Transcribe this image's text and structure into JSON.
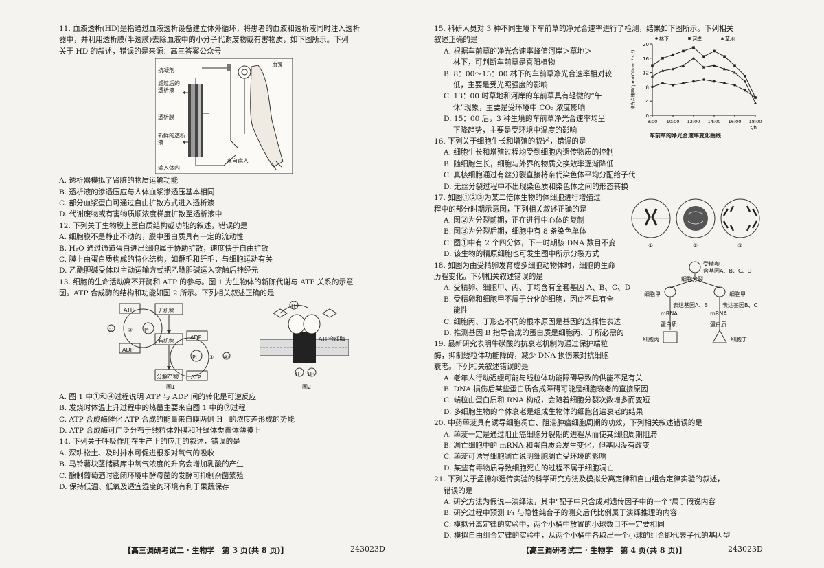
{
  "left_column": {
    "q11": {
      "stem": [
        "11. 血液透析(HD)是指通过血液透析设备建立体外循环，将患者的血液和透析液同时注入透析",
        "器中，并利用透析膜(半透膜)去除血液中的小分子代谢废物或有害物质，如下图所示。下列",
        "关于 HD 的叙述，错误的是来源：高三答案公众号"
      ],
      "figure_labels": {
        "pump": "血泵",
        "anticoagulant": "抗凝剂",
        "used_dialysate": "滤过后的透析液",
        "membrane": "透析膜",
        "fresh_dialysate": "新鲜的透析液",
        "to_body": "输入体内",
        "from_patient": "来自病人"
      },
      "options": [
        "A. 透析器模拟了肾脏的物质运输功能",
        "B. 透析液的渗透压应与人体血浆渗透压基本相同",
        "C. 部分血浆蛋白可通过自由扩散方式进入透析液",
        "D. 代谢废物或有害物质顺浓度梯度扩散至透析液中"
      ]
    },
    "q12": {
      "stem": [
        "12. 下列关于生物膜上蛋白质结构或功能的叙述，错误的是"
      ],
      "options": [
        "A. 细胞膜不是静止不动的，膜中蛋白质具有一定的流动性",
        "B. H₂O 通过通道蛋白进出细胞属于协助扩散，速度快于自由扩散",
        "C. 膜上由蛋白质构成的特化结构，如鞭毛和纤毛，与细胞运动有关",
        "D. 乙酰胆碱受体以主动运输方式把乙酰胆碱运入突触后神经元"
      ]
    },
    "q13": {
      "stem": [
        "13. 细胞的生命活动离不开酶和 ATP 的参与。图 1 为生物体的新陈代谢与 ATP 关系的示意",
        "图。ATP 合成酶的结构和功能如图 2 所示。下列相关叙述正确的是"
      ],
      "figure_labels": {
        "atp": "ATP",
        "adp": "ADP",
        "pi": "Pi",
        "inorganic": "无机物",
        "organic": "有机物",
        "products": "分解产物",
        "fig1": "图1",
        "fig2": "图2",
        "atp_synthase": "ATP合成酶",
        "h_plus": "H⁺",
        "c1": "①",
        "c2": "②",
        "c3": "③",
        "c4": "④"
      },
      "options": [
        "A. 图 1 中①和④过程说明 ATP 与 ADP 间的转化是可逆反应",
        "B. 发烧时体温上升过程中的热量主要来自图 1 中的②过程",
        "C. ATP 合成酶催化 ATP 合成的能量来自膜两侧 H⁺ 的浓度差形成的势能",
        "D. ATP 合成酶可广泛分布于线粒体外膜和叶绿体类囊体薄膜上"
      ]
    },
    "q14": {
      "stem": [
        "14. 下列关于呼吸作用在生产上的应用的叙述，错误的是"
      ],
      "options": [
        "A. 深耕松土、及时排水可促进根系对氧气的吸收",
        "B. 马铃薯块茎储藏库中氧气浓度的升高会增加乳酸的产生",
        "C. 酿制葡萄酒时密闭环境中酵母菌的发酵可抑制杂菌繁殖",
        "D. 保持低温、低氧及适宜湿度的环境有利于果蔬保存"
      ]
    },
    "footer": {
      "title": "【高三调研考试二 · 生物学　第 3 页(共 8 页)】",
      "code": "243023D"
    }
  },
  "right_column": {
    "q15": {
      "stem": [
        "15. 科研人员对 3 种不同生境下车前草的净光合速率进行了检测，结果如下图所示。下列相关",
        "叙述正确的是"
      ],
      "options": [
        [
          "A. 根据车前草的净光合速率峰值河岸＞草地＞",
          "林下，可判断车前草是喜阳植物"
        ],
        [
          "B. 8：00～15：00 林下的车前草净光合速率相对较",
          "低，主要是受光照强度的影响"
        ],
        [
          "C. 13：00 时草地和河岸的车前草具有轻微的“午",
          "休”现象，主要是受环境中 CO₂ 浓度影响"
        ],
        [
          "D. 15：00 后，3 种生境的车前草净光合速率均呈",
          "下降趋势，主要是受环境中温度的影响"
        ]
      ]
    },
    "q16": {
      "stem": [
        "16. 下列关于细胞生长和增殖的叙述，错误的是"
      ],
      "options": [
        "A. 细胞生长和增殖过程均受到细胞内遗传物质的控制",
        "B. 随细胞生长，细胞与外界的物质交换效率逐渐降低",
        "C. 真核细胞通过有丝分裂直接将亲代染色体平均分配给子代",
        "D. 无丝分裂过程中不出现染色质和染色体之间的形态转换"
      ]
    },
    "q17": {
      "stem": [
        "17. 如图①②③为某二倍体生物的体细胞进行增殖过",
        "程中的部分时期示意图，下列相关叙述正确的是"
      ],
      "options": [
        "A. 图②为分裂前期，正在进行中心体的复制",
        "B. 图③为分裂后期，细胞中有 8 条染色单体",
        "C. 图①中有 2 个四分体，下一时期核 DNA 数目不变",
        "D. 该生物的精原细胞也可发生图中所示分裂方式"
      ],
      "figure_labels": [
        "①",
        "②",
        "③"
      ]
    },
    "q18": {
      "stem": [
        "18. 如图为由受精卵发育成多细胞动物体时，细胞的生命",
        "历程变化。下列相关叙述错误的是"
      ],
      "options": [
        [
          "A. 受精卵、细胞甲、丙、丁均含有全套基因 A、B、C、D"
        ],
        [
          "B. 受精卵和细胞甲不属于分化的细胞，因此不具有全",
          "能性"
        ],
        [
          "C. 细胞丙、丁形态不同的根本原因是基因的选择性表达"
        ],
        [
          "D. 推测基因 B 指导合成的蛋白质是细胞丙、丁所必需的"
        ]
      ],
      "figure_labels": {
        "zygote": "受精卵",
        "genes": "含基因A、B、C、D",
        "division": "细胞分裂",
        "cell_a": "细胞甲",
        "expr_ab": "表达基因A、B",
        "expr_bc": "表达基因B、C",
        "mrna": "mRNA",
        "protein": "蛋白质",
        "cell_c": "细胞丙",
        "cell_d": "细胞丁"
      }
    },
    "q19": {
      "stem": [
        "19. 最新研究表明牛磺酸的抗衰老机制为通过保护端粒",
        "酶，抑制线粒体功能障碍，减少 DNA 损伤来对抗细胞",
        "衰老。下列相关叙述错误的是"
      ],
      "options": [
        "A. 老年人行动迟缓可能与线粒体功能障碍导致的供能不足有关",
        "B. DNA 损伤后某些蛋白质合成障碍可能是细胞衰老的直接原因",
        "C. 端粒由蛋白质和 RNA 构成，会随着细胞分裂次数增多而变短",
        "D. 多细胞生物的个体衰老是组成生物体的细胞普遍衰老的结果"
      ]
    },
    "q20": {
      "stem": [
        "20. 中药荜茇具有诱导细胞凋亡、阻滞肿瘤细胞周期的功效，下列相关叙述错误的是"
      ],
      "options": [
        "A. 荜茇一定是通过阻止癌细胞分裂期的进程从而使其细胞周期阻滞",
        "B. 凋亡细胞中的 mRNA 和蛋白质会发生变化，但基因没有改变",
        "C. 荜茇可诱导细胞凋亡说明细胞凋亡受环境的影响",
        "D. 某些有毒物质导致细胞死亡的过程不属于细胞凋亡"
      ]
    },
    "q21": {
      "stem": [
        "21. 下列关于孟德尔遗传实验的科学研究方法及模拟分离定律和自由组合定律实验的叙述，",
        "错误的是"
      ],
      "options": [
        "A. 研究方法为假说—演绎法，其中“配子中只含成对遗传因子中的一个”属于假说内容",
        "B. 研究过程中预测 F₁ 与隐性纯合子的测交后代比例属于演绎推理的内容",
        "C. 模拟分离定律的实验中，两个小桶中放置的小球数目不一定要相同",
        "D. 模拟自由组合定律的实验中，从两个小桶中各取出一个小球的组合即代表子代的基因型"
      ]
    },
    "footer": {
      "title": "【高三调研考试二 · 生物学　第 4 页(共 8 页)】",
      "code": "243023D"
    }
  },
  "chart_data": {
    "type": "line",
    "title": "车前草的净光合速率变化曲线",
    "xlabel": "t/h",
    "ylabel": "净光合速率/(μmolCO₂·m⁻²·s⁻¹)",
    "x": [
      "8:00",
      "10:00",
      "12:00",
      "14:00",
      "16:00",
      "18:00"
    ],
    "x_values": [
      8,
      9,
      10,
      11,
      12,
      13,
      14,
      15,
      16,
      17,
      18
    ],
    "xlim": [
      8,
      18
    ],
    "ylim": [
      0,
      20
    ],
    "yticks": [
      0,
      4,
      8,
      12,
      16,
      20
    ],
    "grid": false,
    "legend_position": "top",
    "series": [
      {
        "name": "林下",
        "marker": "circle",
        "values": [
          8,
          9,
          8.5,
          9,
          9.5,
          10,
          9.5,
          9,
          8.5,
          7,
          5
        ]
      },
      {
        "name": "河岸",
        "marker": "square",
        "values": [
          14,
          16,
          17,
          18,
          19,
          16.5,
          18,
          16.5,
          14,
          11,
          5
        ]
      },
      {
        "name": "草地",
        "marker": "triangle",
        "values": [
          11,
          12.5,
          13,
          14,
          16,
          13.5,
          14,
          13,
          12,
          9.5,
          3.5
        ]
      }
    ]
  }
}
